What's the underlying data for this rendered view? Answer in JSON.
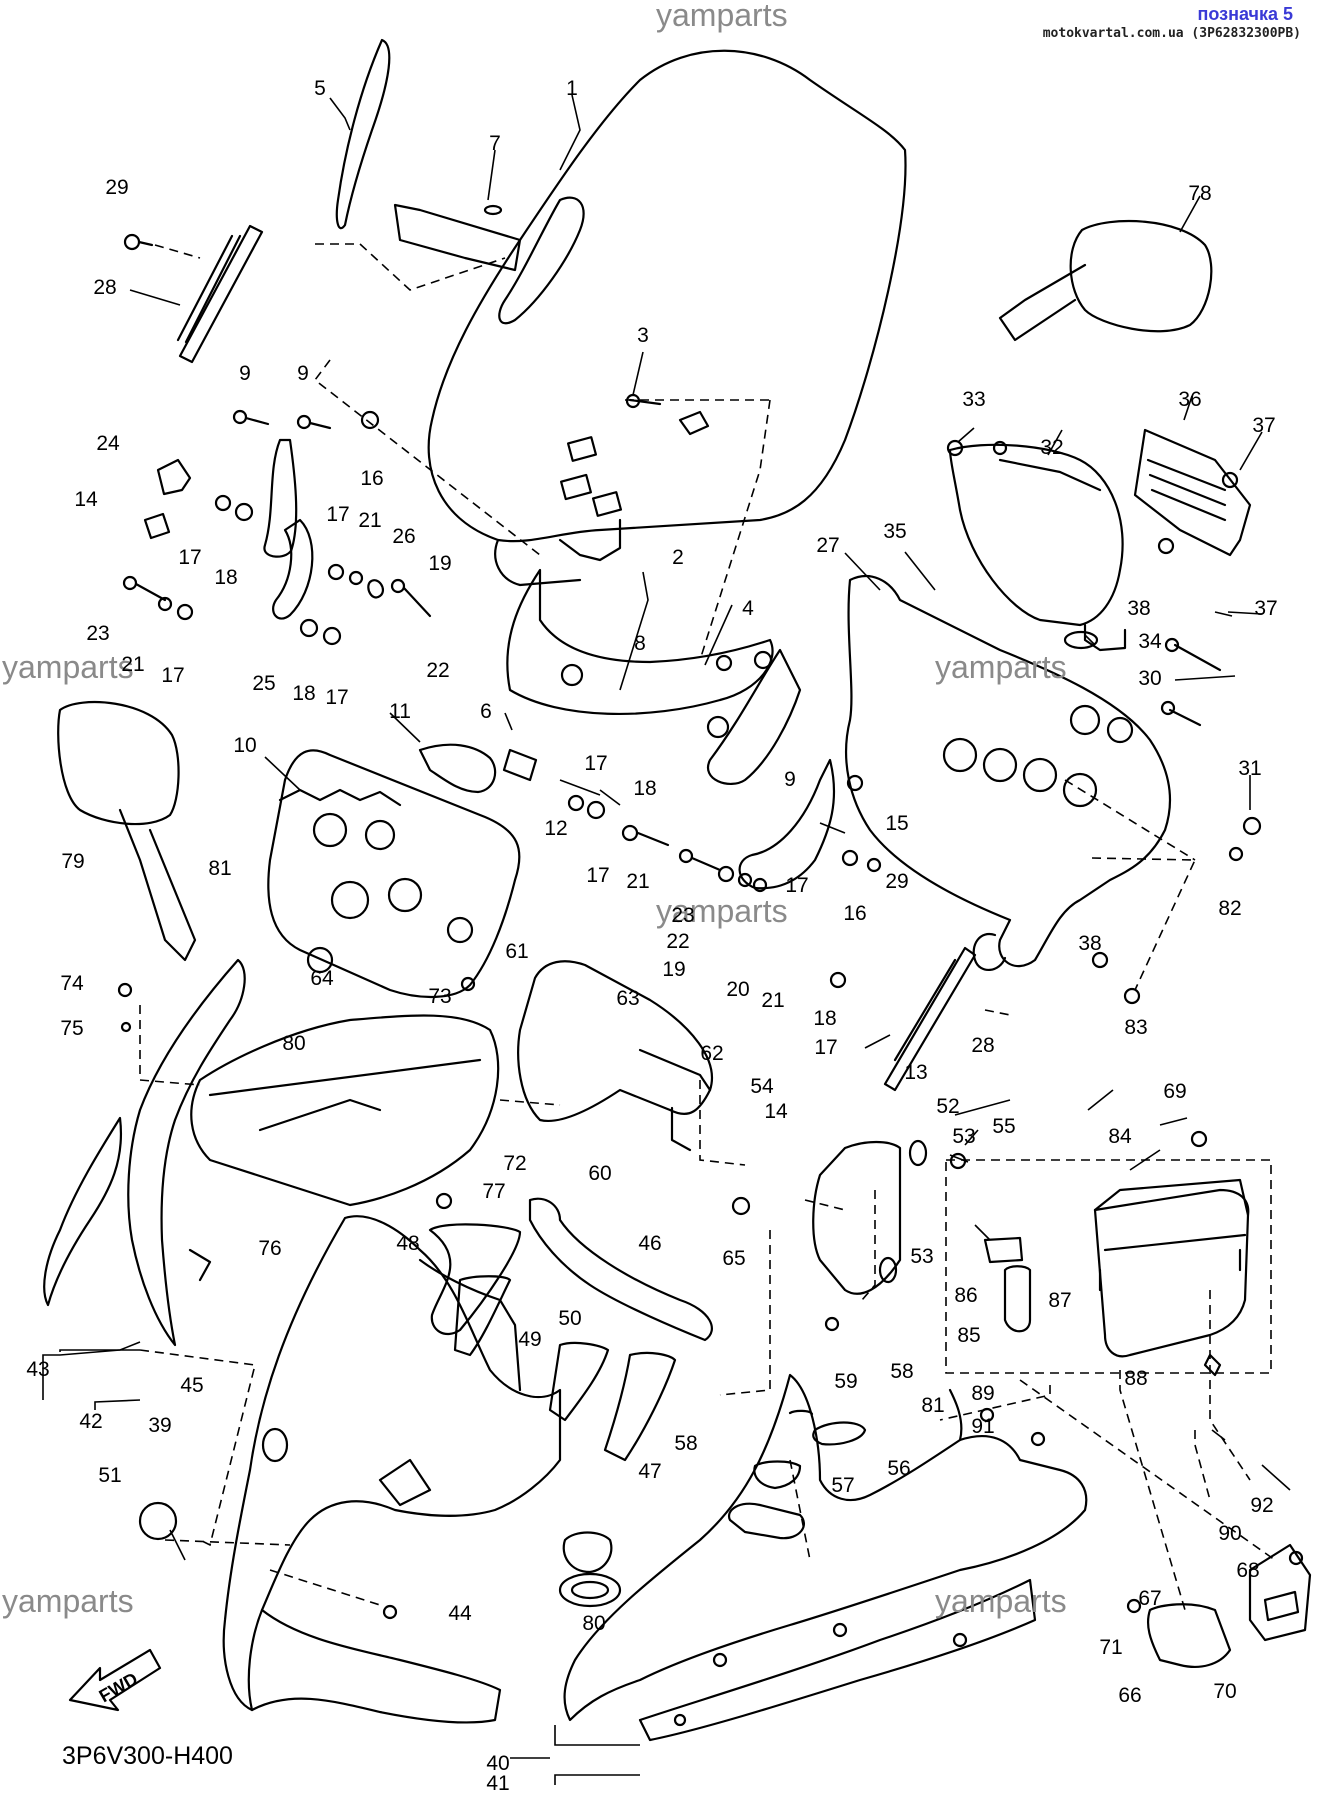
{
  "header": {
    "title": "позначка 5",
    "source": "motokvartal.com.ua (3P62832300PB)"
  },
  "watermark": "yamparts",
  "fwd_label": "FWD",
  "diagram_code": "3P6V300-H400",
  "parts": [
    {
      "id": "p1",
      "label": "1"
    },
    {
      "id": "p5",
      "label": "5"
    },
    {
      "id": "p7",
      "label": "7"
    },
    {
      "id": "p29a",
      "label": "29"
    },
    {
      "id": "p28a",
      "label": "28"
    },
    {
      "id": "p3",
      "label": "3"
    },
    {
      "id": "p78",
      "label": "78"
    },
    {
      "id": "p9a",
      "label": "9"
    },
    {
      "id": "p9b",
      "label": "9"
    },
    {
      "id": "p24",
      "label": "24"
    },
    {
      "id": "p14a",
      "label": "14"
    },
    {
      "id": "p16a",
      "label": "16"
    },
    {
      "id": "p17a",
      "label": "17"
    },
    {
      "id": "p21a",
      "label": "21"
    },
    {
      "id": "p26",
      "label": "26"
    },
    {
      "id": "p19a",
      "label": "19"
    },
    {
      "id": "p17b",
      "label": "17"
    },
    {
      "id": "p18a",
      "label": "18"
    },
    {
      "id": "p2",
      "label": "2"
    },
    {
      "id": "p33",
      "label": "33"
    },
    {
      "id": "p32",
      "label": "32"
    },
    {
      "id": "p36",
      "label": "36"
    },
    {
      "id": "p37a",
      "label": "37"
    },
    {
      "id": "p27",
      "label": "27"
    },
    {
      "id": "p35",
      "label": "35"
    },
    {
      "id": "p38a",
      "label": "38"
    },
    {
      "id": "p37b",
      "label": "37"
    },
    {
      "id": "p23a",
      "label": "23"
    },
    {
      "id": "p21b",
      "label": "21"
    },
    {
      "id": "p17c",
      "label": "17"
    },
    {
      "id": "p25",
      "label": "25"
    },
    {
      "id": "p18b",
      "label": "18"
    },
    {
      "id": "p17d",
      "label": "17"
    },
    {
      "id": "p22a",
      "label": "22"
    },
    {
      "id": "p4",
      "label": "4"
    },
    {
      "id": "p8",
      "label": "8"
    },
    {
      "id": "p34",
      "label": "34"
    },
    {
      "id": "p30",
      "label": "30"
    },
    {
      "id": "p11",
      "label": "11"
    },
    {
      "id": "p6",
      "label": "6"
    },
    {
      "id": "p10",
      "label": "10"
    },
    {
      "id": "p17e",
      "label": "17"
    },
    {
      "id": "p18c",
      "label": "18"
    },
    {
      "id": "p9c",
      "label": "9"
    },
    {
      "id": "p31",
      "label": "31"
    },
    {
      "id": "p12",
      "label": "12"
    },
    {
      "id": "p15",
      "label": "15"
    },
    {
      "id": "p79",
      "label": "79"
    },
    {
      "id": "p17f",
      "label": "17"
    },
    {
      "id": "p21c",
      "label": "21"
    },
    {
      "id": "p23b",
      "label": "23"
    },
    {
      "id": "p81a",
      "label": "81"
    },
    {
      "id": "p29b",
      "label": "29"
    },
    {
      "id": "p16b",
      "label": "16"
    },
    {
      "id": "p82",
      "label": "82"
    },
    {
      "id": "p17g",
      "label": "17"
    },
    {
      "id": "p22b",
      "label": "22"
    },
    {
      "id": "p63",
      "label": "63"
    },
    {
      "id": "p19b",
      "label": "19"
    },
    {
      "id": "p61",
      "label": "61"
    },
    {
      "id": "p20",
      "label": "20"
    },
    {
      "id": "p21d",
      "label": "21"
    },
    {
      "id": "p38b",
      "label": "38"
    },
    {
      "id": "p74",
      "label": "74"
    },
    {
      "id": "p64",
      "label": "64"
    },
    {
      "id": "p73",
      "label": "73"
    },
    {
      "id": "p18d",
      "label": "18"
    },
    {
      "id": "p17h",
      "label": "17"
    },
    {
      "id": "p83",
      "label": "83"
    },
    {
      "id": "p75",
      "label": "75"
    },
    {
      "id": "p80a",
      "label": "80"
    },
    {
      "id": "p28b",
      "label": "28"
    },
    {
      "id": "p62",
      "label": "62"
    },
    {
      "id": "p13",
      "label": "13"
    },
    {
      "id": "p54",
      "label": "54"
    },
    {
      "id": "p14b",
      "label": "14"
    },
    {
      "id": "p52",
      "label": "52"
    },
    {
      "id": "p69",
      "label": "69"
    },
    {
      "id": "p53a",
      "label": "53"
    },
    {
      "id": "p55",
      "label": "55"
    },
    {
      "id": "p84",
      "label": "84"
    },
    {
      "id": "p72",
      "label": "72"
    },
    {
      "id": "p60",
      "label": "60"
    },
    {
      "id": "p77",
      "label": "77"
    },
    {
      "id": "p65",
      "label": "65"
    },
    {
      "id": "p76",
      "label": "76"
    },
    {
      "id": "p48",
      "label": "48"
    },
    {
      "id": "p46",
      "label": "46"
    },
    {
      "id": "p53b",
      "label": "53"
    },
    {
      "id": "p86",
      "label": "86"
    },
    {
      "id": "p87",
      "label": "87"
    },
    {
      "id": "p50",
      "label": "50"
    },
    {
      "id": "p85",
      "label": "85"
    },
    {
      "id": "p49",
      "label": "49"
    },
    {
      "id": "p43",
      "label": "43"
    },
    {
      "id": "p45",
      "label": "45"
    },
    {
      "id": "p59",
      "label": "59"
    },
    {
      "id": "p58a",
      "label": "58"
    },
    {
      "id": "p88",
      "label": "88"
    },
    {
      "id": "p42",
      "label": "42"
    },
    {
      "id": "p39",
      "label": "39"
    },
    {
      "id": "p47",
      "label": "47"
    },
    {
      "id": "p89",
      "label": "89"
    },
    {
      "id": "p58b",
      "label": "58"
    },
    {
      "id": "p81b",
      "label": "81"
    },
    {
      "id": "p91",
      "label": "91"
    },
    {
      "id": "p51",
      "label": "51"
    },
    {
      "id": "p57",
      "label": "57"
    },
    {
      "id": "p56",
      "label": "56"
    },
    {
      "id": "p92",
      "label": "92"
    },
    {
      "id": "p90",
      "label": "90"
    },
    {
      "id": "p68",
      "label": "68"
    },
    {
      "id": "p80b",
      "label": "80"
    },
    {
      "id": "p67",
      "label": "67"
    },
    {
      "id": "p44",
      "label": "44"
    },
    {
      "id": "p71",
      "label": "71"
    },
    {
      "id": "p66",
      "label": "66"
    },
    {
      "id": "p70",
      "label": "70"
    },
    {
      "id": "p40",
      "label": "40"
    },
    {
      "id": "p41",
      "label": "41"
    }
  ]
}
